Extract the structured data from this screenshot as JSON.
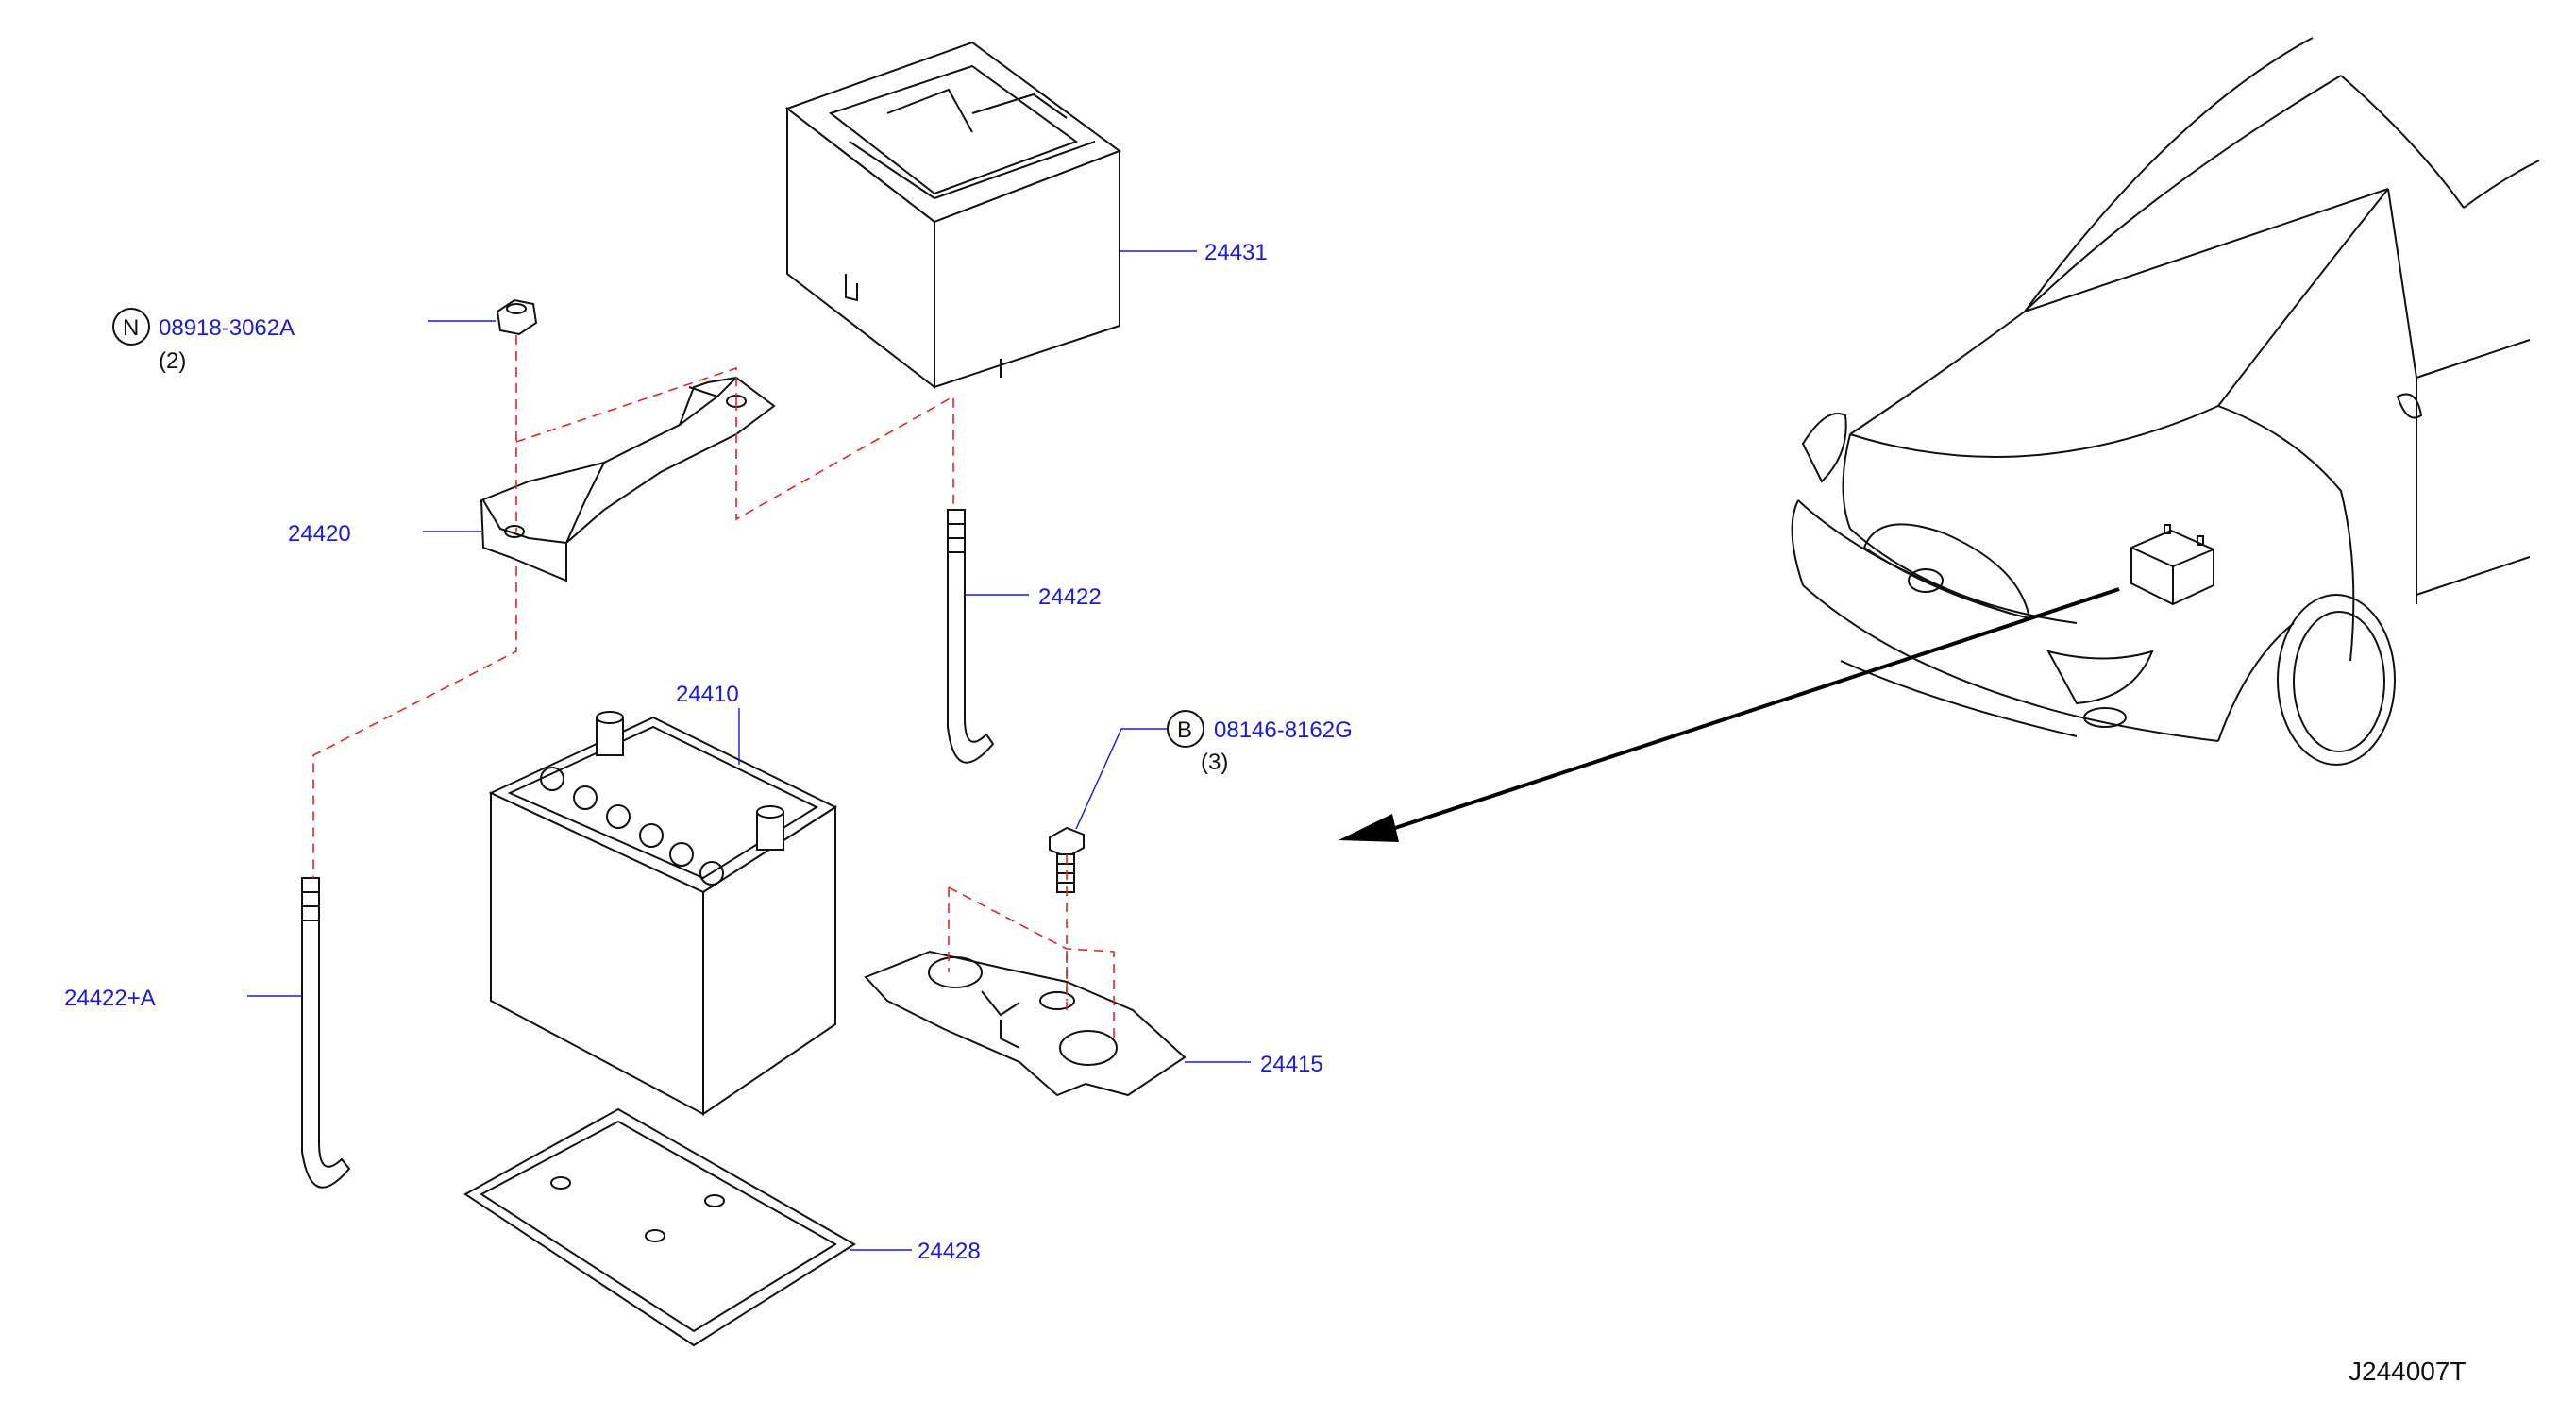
{
  "parts": {
    "battery": "24410",
    "battery_box": "24431",
    "frame": "24420",
    "rod_long": "24422",
    "rod_short": "24422+A",
    "tray": "24415",
    "pad": "24428",
    "nut": "08918-3062A",
    "nut_qty": "(2)",
    "nut_prefix": "N",
    "bolt": "08146-8162G",
    "bolt_qty": "(3)",
    "bolt_prefix": "B"
  },
  "diagram_code": "J244007T",
  "colors": {
    "part_number": "#1a1adb",
    "assembly_line": "#e0281f",
    "line_art": "#111111"
  }
}
